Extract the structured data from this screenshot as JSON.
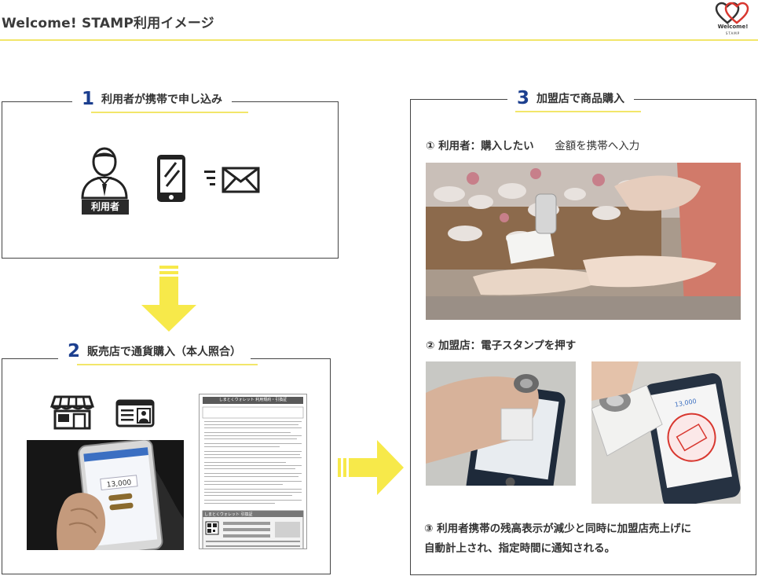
{
  "header": {
    "title": "Welcome! STAMP利用イメージ",
    "logo_text": "Welcome!",
    "logo_sub": "STAMP"
  },
  "step1": {
    "number": "1",
    "title": "利用者が携帯で申し込み",
    "user_badge": "利用者"
  },
  "step2": {
    "number": "2",
    "title": "販売店で通貨購入（本人照合）",
    "phone_amount": "13,000",
    "document_title": "しまとくウォレット 利用規約・引換証",
    "document_subtitle": "しまとくウォレット 引換証"
  },
  "step3": {
    "number": "3",
    "title": "加盟店で商品購入",
    "sub1_label": "① 利用者：購入したい",
    "sub1_extra": "金額を携帯へ入力",
    "sub2_label": "② 加盟店：電子スタンプを押す",
    "sub3_line1": "③ 利用者携帯の残高表示が減少と同時に加盟店売上げに",
    "sub3_line2": "自動計上され、指定時間に通知される。",
    "phone_amount": "13,000"
  },
  "colors": {
    "accent_yellow": "#f7e94a",
    "underline_yellow": "#f2e66a",
    "number_blue": "#1c3f8f",
    "border": "#444444"
  }
}
